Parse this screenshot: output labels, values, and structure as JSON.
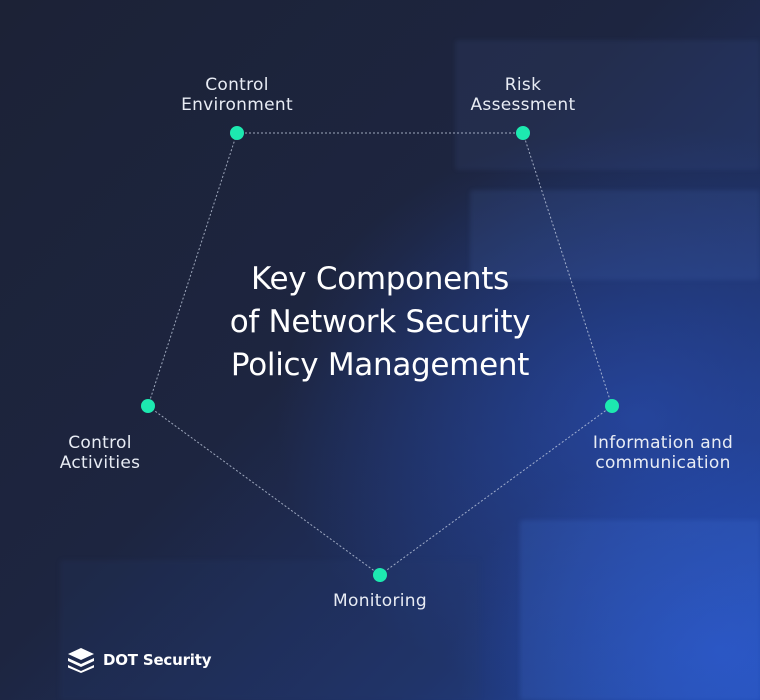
{
  "title_lines": [
    "Key Components",
    "of Network Security",
    "Policy Management"
  ],
  "nodes": [
    {
      "id": "control-environment",
      "label_lines": [
        "Control",
        "Environment"
      ]
    },
    {
      "id": "risk-assessment",
      "label_lines": [
        "Risk",
        "Assessment"
      ]
    },
    {
      "id": "information-and-communication",
      "label_lines": [
        "Information and",
        "communication"
      ]
    },
    {
      "id": "monitoring",
      "label_lines": [
        "Monitoring"
      ]
    },
    {
      "id": "control-activities",
      "label_lines": [
        "Control",
        "Activities"
      ]
    }
  ],
  "edges": [
    [
      "control-environment",
      "risk-assessment"
    ],
    [
      "risk-assessment",
      "information-and-communication"
    ],
    [
      "information-and-communication",
      "monitoring"
    ],
    [
      "monitoring",
      "control-activities"
    ],
    [
      "control-activities",
      "control-environment"
    ]
  ],
  "colors": {
    "node": "#1de9b0",
    "edge": "#c9d3e6",
    "text": "#e8ecf4"
  },
  "logo": {
    "icon": "stacked-layers-icon",
    "text": "DOT Security"
  }
}
